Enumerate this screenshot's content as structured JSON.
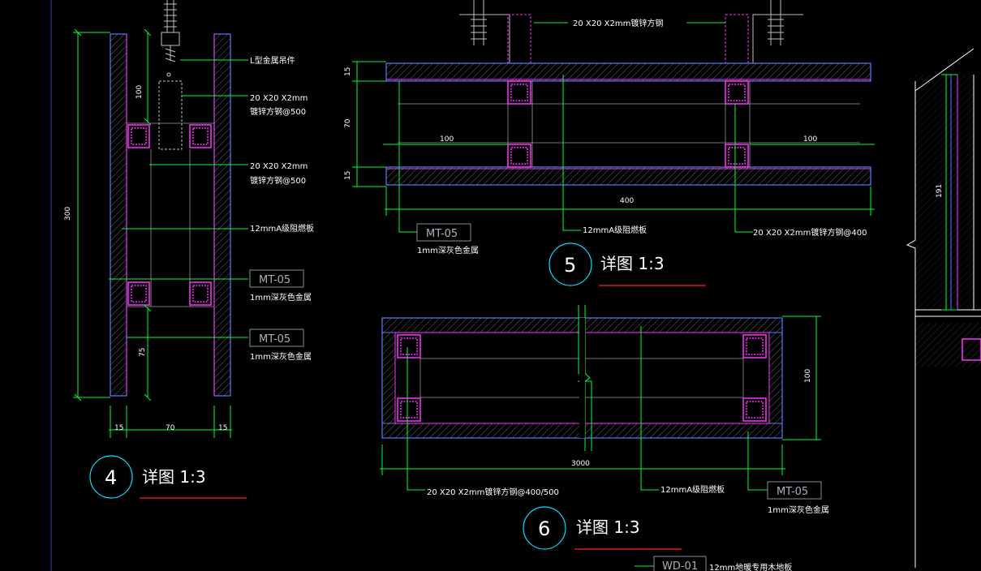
{
  "colors": {
    "background": "#000000",
    "dimension": "#00ff3a",
    "steel": "#ff33ff",
    "panel": "#5a78ff",
    "hatch": "#c0c0c0",
    "circle": "#00e0ff",
    "underline": "#ff2020",
    "tag_box": "#8090a0"
  },
  "detail4": {
    "number": "4",
    "title": "详图 1:3",
    "notes": {
      "hanger": "L型金属吊件",
      "tube_a_1": "20 X20 X2mm",
      "tube_a_2": "镀锌方钢@500",
      "tube_b_1": "20 X20 X2mm",
      "tube_b_2": "镀锌方钢@500",
      "board": "12mmA级阻燃板",
      "mt1_tag": "MT-05",
      "mt1_desc": "1mm深灰色金属",
      "mt2_tag": "MT-05",
      "mt2_desc": "1mm深灰色金属"
    },
    "dims": {
      "total": "300",
      "top": "100",
      "bottom": "75",
      "w1": "15",
      "w2": "70",
      "w3": "15"
    }
  },
  "detail5": {
    "number": "5",
    "title": "详图 1:3",
    "notes": {
      "tube_top": "20 X20 X2mm镀锌方钢",
      "mt_tag": "MT-05",
      "mt_desc": "1mm深灰色金属",
      "board": "12mmA级阻燃板",
      "tube_bottom": "20 X20 X2mm镀锌方钢@400"
    },
    "dims": {
      "h1": "15",
      "h2": "70",
      "h3": "15",
      "left": "100",
      "right": "100",
      "total": "400"
    }
  },
  "detail6": {
    "number": "6",
    "title": "详图 1:3",
    "notes": {
      "tube": "20 X20 X2mm镀锌方钢@400/500",
      "board": "12mmA级阻燃板",
      "mt_tag": "MT-05",
      "mt_desc": "1mm深灰色金属",
      "wd_tag": "WD-01",
      "wd_desc": "12mm地暖专用木地板"
    },
    "dims": {
      "height": "100",
      "length": "3000"
    }
  },
  "side_detail": {
    "dims": {
      "height": "191"
    }
  }
}
